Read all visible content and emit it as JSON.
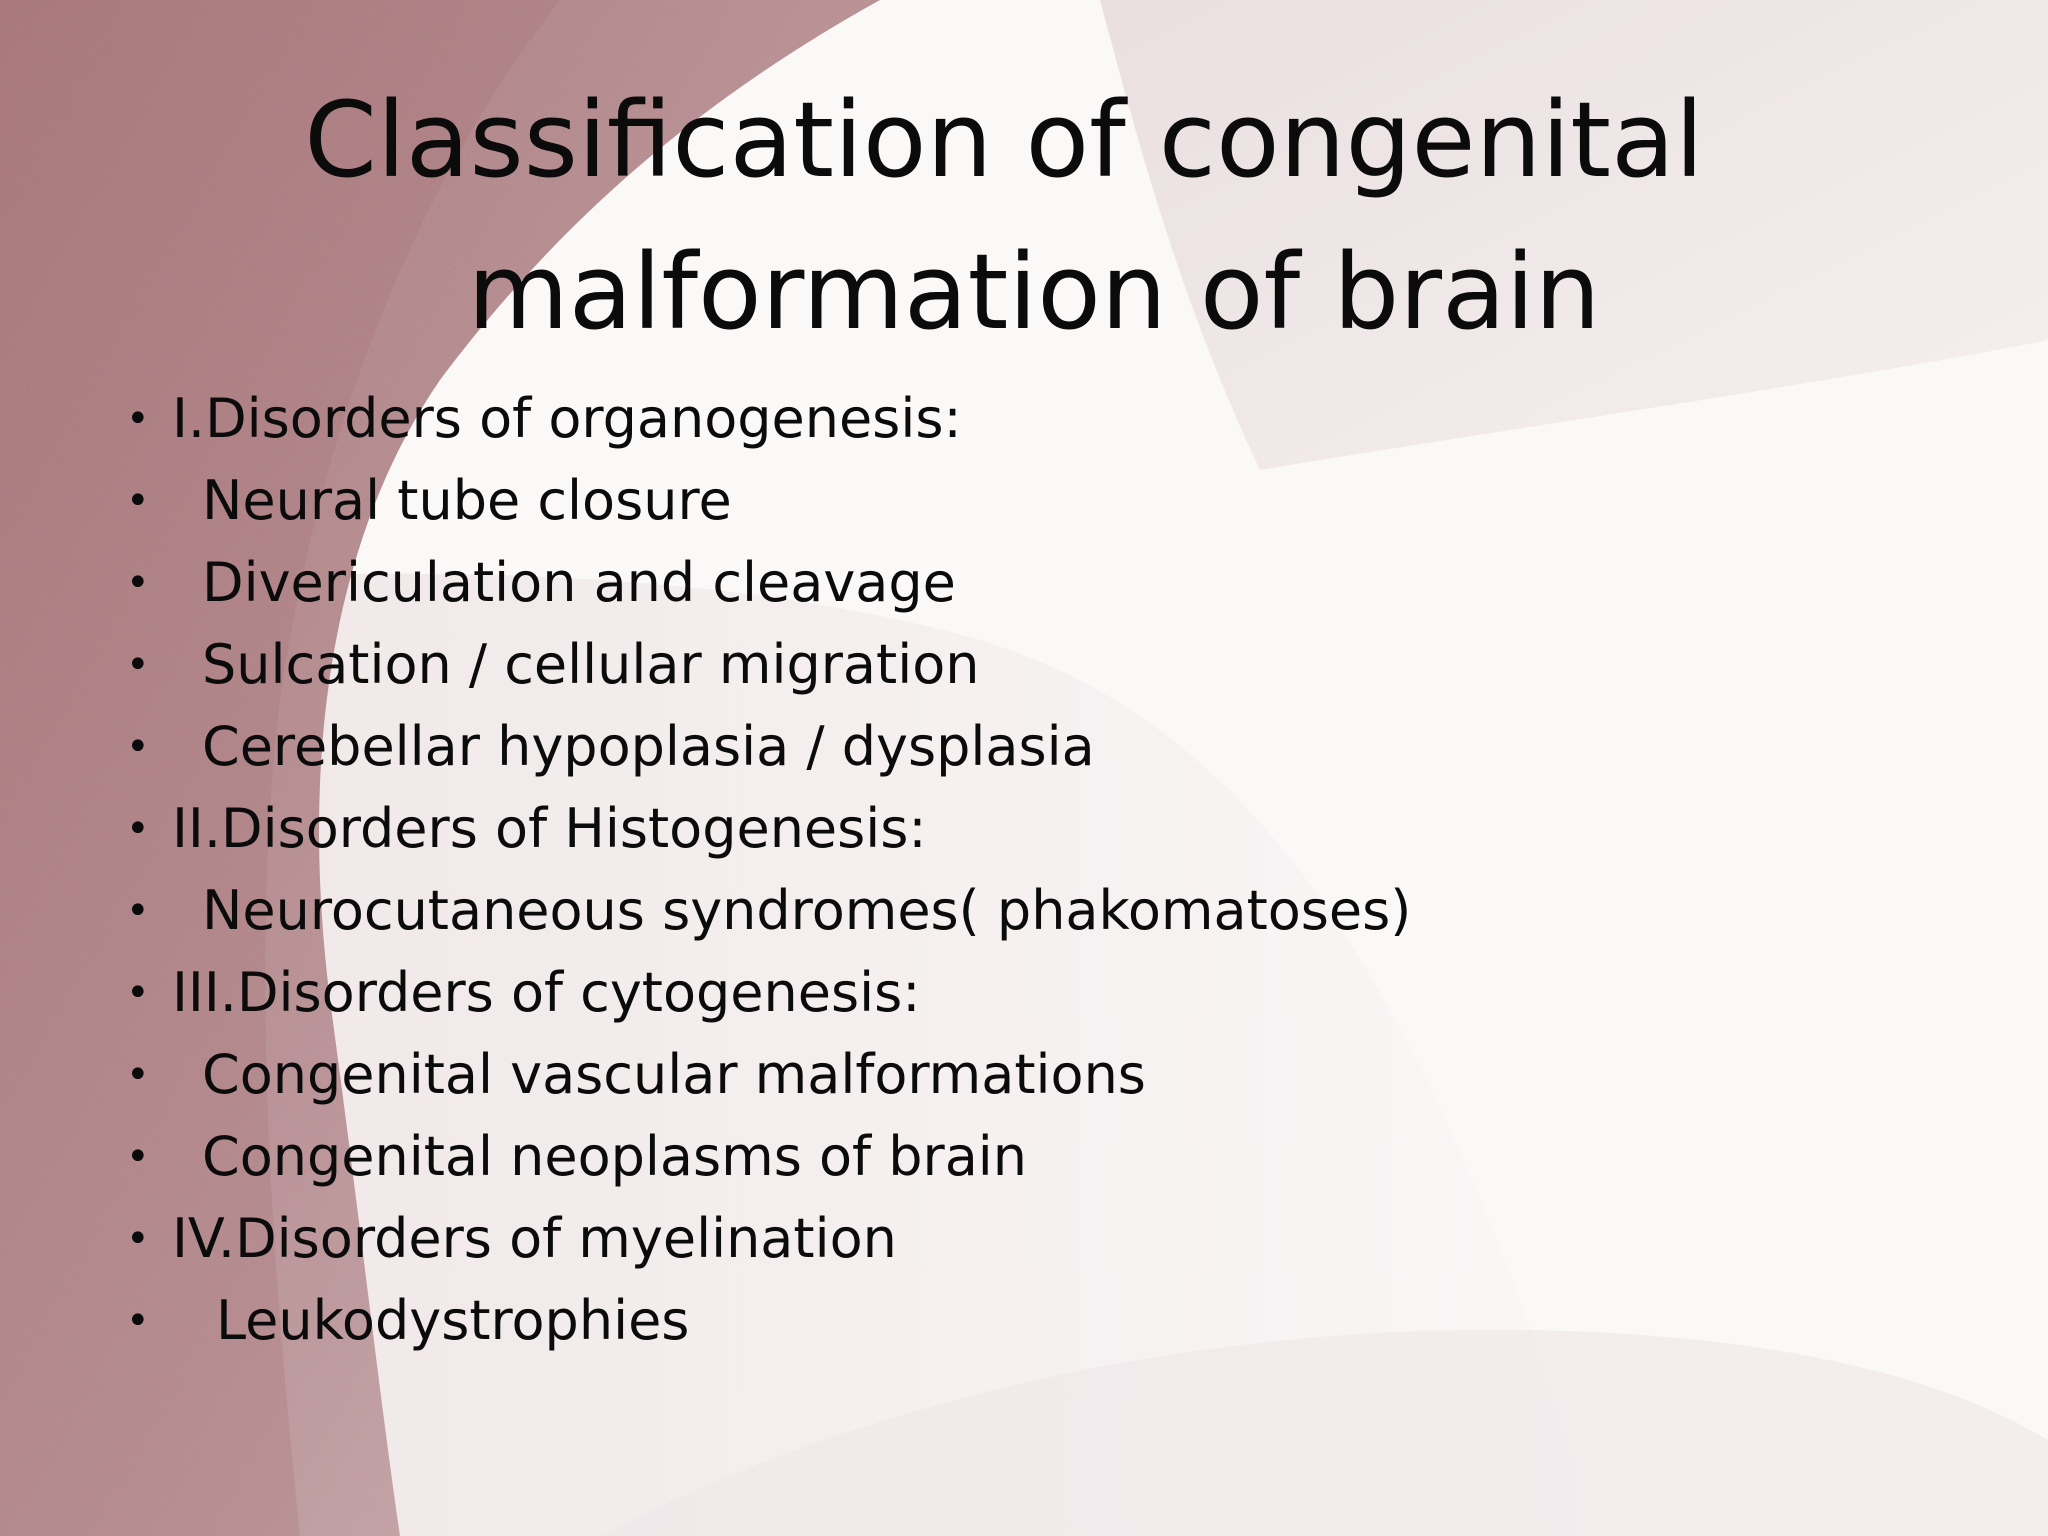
{
  "slide": {
    "title_lines": [
      "Classification of congenital",
      "malformation of brain"
    ],
    "bullets": [
      {
        "text": "I.Disorders of organogenesis:",
        "level": 0
      },
      {
        "text": "Neural tube closure",
        "level": 1
      },
      {
        "text": "Divericulation and cleavage",
        "level": 1
      },
      {
        "text": "Sulcation / cellular migration",
        "level": 1
      },
      {
        "text": "Cerebellar hypoplasia / dysplasia",
        "level": 1
      },
      {
        "text": "II.Disorders of Histogenesis:",
        "level": 0
      },
      {
        "text": "Neurocutaneous syndromes( phakomatoses)",
        "level": 1
      },
      {
        "text": "III.Disorders of cytogenesis:",
        "level": 0
      },
      {
        "text": "Congenital vascular malformations",
        "level": 1
      },
      {
        "text": "Congenital neoplasms of brain",
        "level": 1
      },
      {
        "text": "IV.Disorders of myelination",
        "level": 0
      },
      {
        "text": "Leukodystrophies",
        "level": 2
      }
    ],
    "bullet_glyph": "•"
  },
  "theme": {
    "text_color": "#0b0b0b",
    "background_color": "#fbf8f8",
    "dark_shape_color": "#b3868a",
    "light_shape_color": "#d9c5c7"
  }
}
